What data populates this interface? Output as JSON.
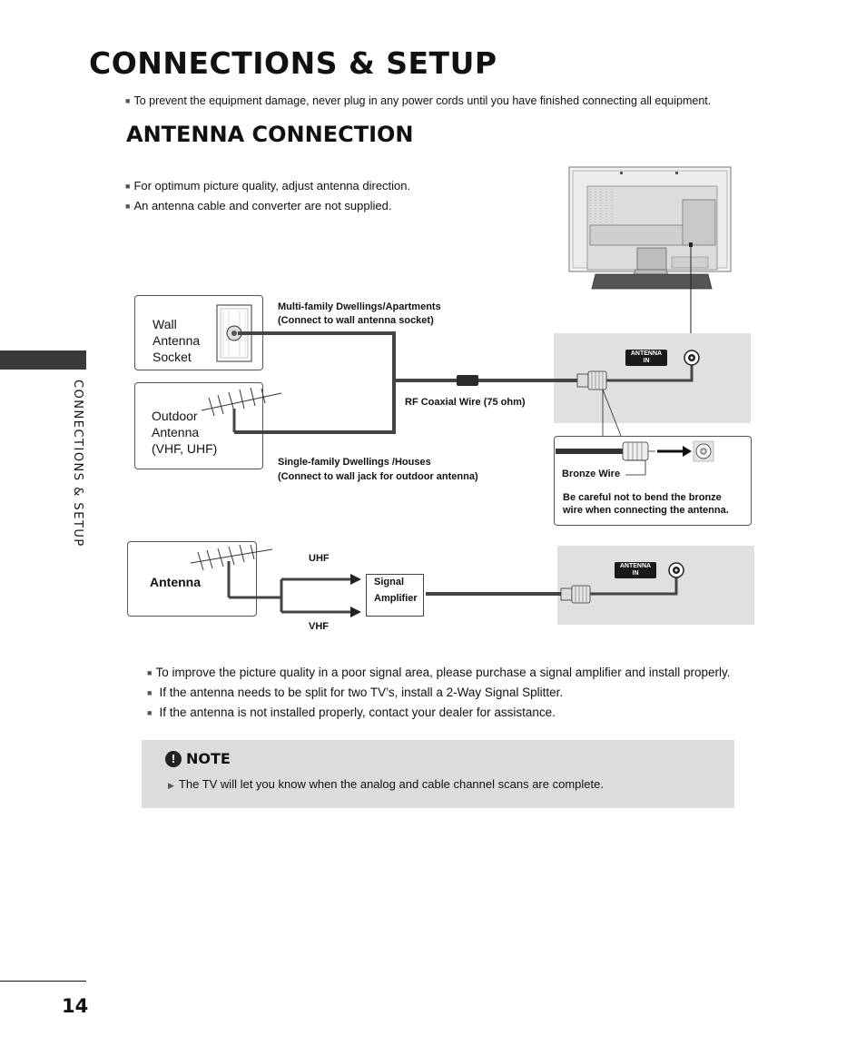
{
  "page": {
    "title": "CONNECTIONS & SETUP",
    "intro_note": "To prevent the equipment damage, never plug in any power cords until you have finished connecting all equipment.",
    "section_title": "ANTENNA CONNECTION",
    "side_tab": "CONNECTIONS & SETUP",
    "page_number": "14"
  },
  "top_bullets": [
    "For optimum picture quality, adjust antenna direction.",
    "An antenna cable and converter are not supplied."
  ],
  "diagram": {
    "wall_socket_label": "Wall\nAntenna\nSocket",
    "outdoor_antenna_label": "Outdoor\nAntenna\n(VHF, UHF)",
    "multi_family": "Multi-family Dwellings/Apartments",
    "multi_family_sub": "(Connect to wall antenna socket)",
    "rf_coax": "RF Coaxial Wire (75 ohm)",
    "single_family": "Single-family Dwellings /Houses",
    "single_family_sub": "(Connect to wall jack for outdoor antenna)",
    "antenna_in_tag_1": "ANTENNA",
    "antenna_in_tag_2": "IN",
    "bronze_wire": "Bronze Wire",
    "careful_1": "Be careful not to bend the bronze",
    "careful_2": "wire when connecting the antenna.",
    "antenna_label": "Antenna",
    "uhf": "UHF",
    "vhf": "VHF",
    "amp_1": "Signal",
    "amp_2": "Amplifier"
  },
  "bottom_bullets": [
    "To improve the picture quality in a poor signal area, please purchase a signal amplifier and install properly.",
    "If the antenna needs to be split for two TV’s, install a 2-Way Signal Splitter.",
    "If the antenna is not installed properly, contact your dealer for assistance."
  ],
  "note": {
    "title": "NOTE",
    "icon": "!",
    "text": "The TV will let you know when the analog and cable channel scans are complete."
  },
  "icons": {
    "bullet": "■",
    "arrow": "▶"
  }
}
